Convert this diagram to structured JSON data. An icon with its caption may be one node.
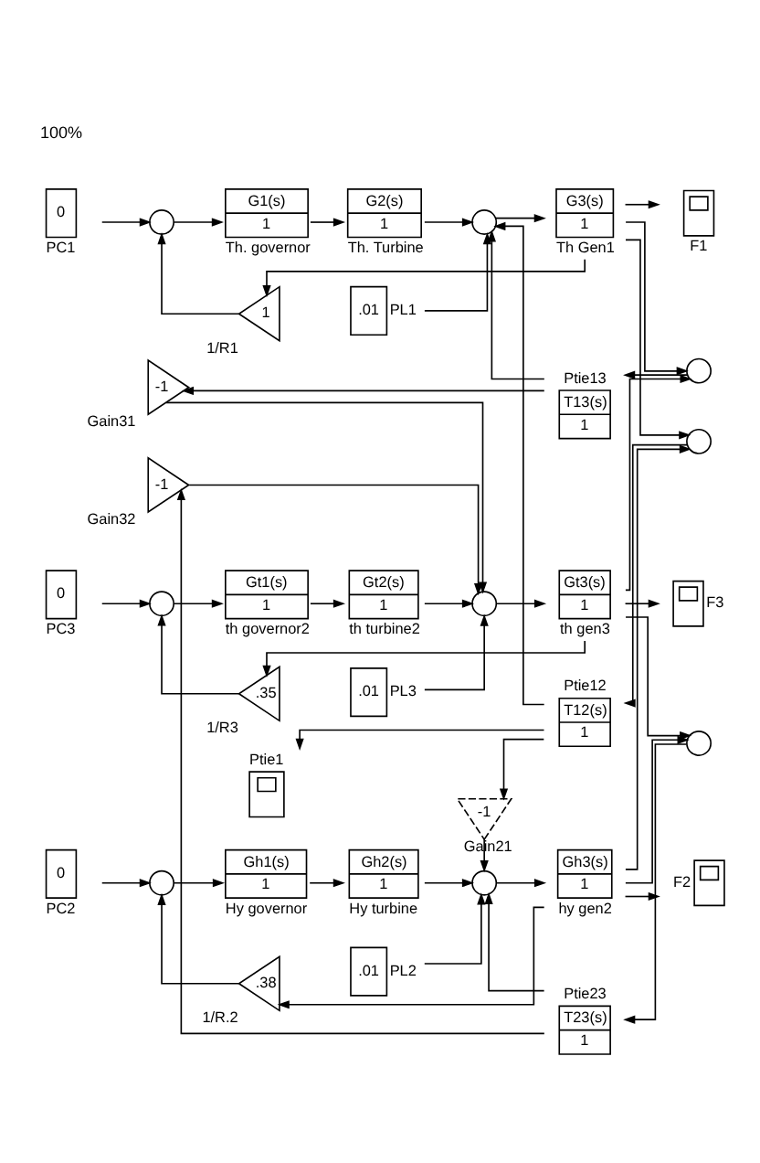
{
  "diagram": {
    "nodes": [
      {
        "text": [
          "T13(s)",
          "1"
        ],
        "beside": [
          "Ptie13"
        ]
      },
      {
        "text": [],
        "shape": "circle"
      },
      {
        "text": [
          "0"
        ],
        "beside": [
          "PC1"
        ]
      },
      {
        "text": [
          "G1(s)",
          "1"
        ],
        "beside": [
          "Th. governor"
        ]
      },
      {
        "text": [
          "G2(s)",
          "1"
        ],
        "beside": [
          "Th. Turbine"
        ]
      },
      {
        "text": [],
        "shape": "circle"
      },
      {
        "text": [
          "G3(s)",
          "1"
        ],
        "beside": [
          "Th Gen1"
        ]
      },
      {
        "text": [],
        "shape": "circle"
      },
      {
        "text": [
          ".01"
        ],
        "beside": [
          "PL1"
        ]
      },
      {
        "text": [],
        "shape": "box",
        "beside": [
          "F1"
        ]
      },
      {
        "text": [
          "1"
        ],
        "beside": [
          "1/R1"
        ]
      },
      {
        "text": [],
        "shape": "box",
        "beside": [
          "Ptie1"
        ]
      },
      {
        "text": [
          "T12(s)",
          "1"
        ],
        "beside": [
          "Ptie12"
        ]
      },
      {
        "text": [],
        "shape": "circle"
      },
      {
        "text": [
          "-1"
        ],
        "beside": [
          "Gain21"
        ]
      },
      {
        "text": [
          "T23(s)",
          "1"
        ],
        "beside": [
          "Ptie23"
        ]
      },
      {
        "text": [],
        "shape": "circle"
      },
      {
        "text": [
          "0"
        ],
        "beside": [
          "PC2"
        ]
      },
      {
        "text": [
          "Gh1(s)",
          "1"
        ],
        "beside": [
          "Hy governor"
        ]
      },
      {
        "text": [
          "Gh2(s)",
          "1"
        ],
        "beside": [
          "Hy turbine"
        ]
      },
      {
        "text": [],
        "shape": "circle"
      },
      {
        "text": [
          "Gh3(s)",
          "1"
        ],
        "beside": [
          "hy gen2"
        ]
      },
      {
        "text": [],
        "shape": "circle"
      },
      {
        "text": [
          ".01"
        ],
        "beside": [
          "PL2"
        ]
      },
      {
        "text": [],
        "shape": "box",
        "beside": [
          "F2"
        ]
      },
      {
        "text": [
          ".38"
        ],
        "beside": [
          "1/R.2"
        ]
      },
      {
        "text": [
          "-1"
        ],
        "beside": [
          "Gain32"
        ]
      },
      {
        "text": [
          "-1"
        ],
        "beside": [
          "Gain31"
        ]
      },
      {
        "text": [],
        "shape": "box",
        "beside": [
          "F3"
        ]
      },
      {
        "text": [],
        "shape": "circle"
      },
      {
        "text": [
          "0"
        ],
        "beside": [
          "PC3"
        ]
      },
      {
        "text": [
          "Gt1(s)",
          "1"
        ],
        "beside": [
          "th governor2"
        ]
      },
      {
        "text": [
          "Gt2(s)",
          "1"
        ],
        "beside": [
          "th turbine2"
        ]
      },
      {
        "text": [],
        "shape": "circle"
      },
      {
        "text": [
          "Gt3(s)",
          "1"
        ],
        "beside": [
          "th gen3"
        ]
      },
      {
        "text": [
          ".01"
        ],
        "beside": [
          "PL3"
        ]
      },
      {
        "text": [
          ".35"
        ],
        "beside": [
          "1/R3"
        ]
      }
    ],
    "edges": [
      {
        "from": 2,
        "to": 1,
        "arrow": "to"
      },
      {
        "from": 1,
        "to": 3,
        "arrow": "to"
      },
      {
        "from": 3,
        "to": 4,
        "arrow": "to"
      },
      {
        "from": 4,
        "to": 5,
        "arrow": "to"
      },
      {
        "from": 8,
        "to": 5,
        "arrow": "to"
      },
      {
        "from": 0,
        "to": 5,
        "arrow": "to"
      },
      {
        "from": 12,
        "to": 5,
        "arrow": "to"
      },
      {
        "from": 5,
        "to": 6,
        "arrow": "to"
      },
      {
        "from": 6,
        "to": 7,
        "arrow": "to"
      },
      {
        "from": 6,
        "to": 9,
        "arrow": "to"
      },
      {
        "from": 6,
        "to": 10,
        "arrow": "to"
      },
      {
        "from": 6,
        "to": 13,
        "arrow": "to"
      },
      {
        "from": 10,
        "to": 1,
        "arrow": "to"
      },
      {
        "from": 7,
        "to": 0,
        "arrow": "to"
      },
      {
        "from": 13,
        "to": 12,
        "arrow": "to"
      },
      {
        "from": 12,
        "to": 11,
        "arrow": "to"
      },
      {
        "from": 12,
        "to": 14,
        "arrow": "to"
      },
      {
        "from": 0,
        "to": 27,
        "arrow": "to"
      },
      {
        "from": 17,
        "to": 16,
        "arrow": "to"
      },
      {
        "from": 16,
        "to": 18,
        "arrow": "to"
      },
      {
        "from": 18,
        "to": 19,
        "arrow": "to"
      },
      {
        "from": 19,
        "to": 20,
        "arrow": "to"
      },
      {
        "from": 14,
        "to": 20,
        "arrow": "to"
      },
      {
        "from": 15,
        "to": 20,
        "arrow": "to"
      },
      {
        "from": 23,
        "to": 20,
        "arrow": "to"
      },
      {
        "from": 20,
        "to": 21,
        "arrow": "to"
      },
      {
        "from": 21,
        "to": 22,
        "arrow": "to"
      },
      {
        "from": 21,
        "to": 13,
        "arrow": "to"
      },
      {
        "from": 21,
        "to": 24,
        "arrow": "to"
      },
      {
        "from": 21,
        "to": 25,
        "arrow": "to"
      },
      {
        "from": 25,
        "to": 16,
        "arrow": "to"
      },
      {
        "from": 22,
        "to": 15,
        "arrow": "to"
      },
      {
        "from": 15,
        "to": 26,
        "arrow": "to"
      },
      {
        "from": 30,
        "to": 29,
        "arrow": "to"
      },
      {
        "from": 29,
        "to": 31,
        "arrow": "to"
      },
      {
        "from": 31,
        "to": 32,
        "arrow": "to"
      },
      {
        "from": 32,
        "to": 33,
        "arrow": "to"
      },
      {
        "from": 26,
        "to": 33,
        "arrow": "to"
      },
      {
        "from": 27,
        "to": 33,
        "arrow": "to"
      },
      {
        "from": 35,
        "to": 33,
        "arrow": "to"
      },
      {
        "from": 33,
        "to": 34,
        "arrow": "to"
      },
      {
        "from": 34,
        "to": 28,
        "arrow": "to"
      },
      {
        "from": 34,
        "to": 22,
        "arrow": "to"
      },
      {
        "from": 34,
        "to": 7,
        "arrow": "to"
      },
      {
        "from": 34,
        "to": 36,
        "arrow": "to"
      },
      {
        "from": 36,
        "to": 29,
        "arrow": "to"
      }
    ],
    "labels": [
      "100%"
    ]
  }
}
